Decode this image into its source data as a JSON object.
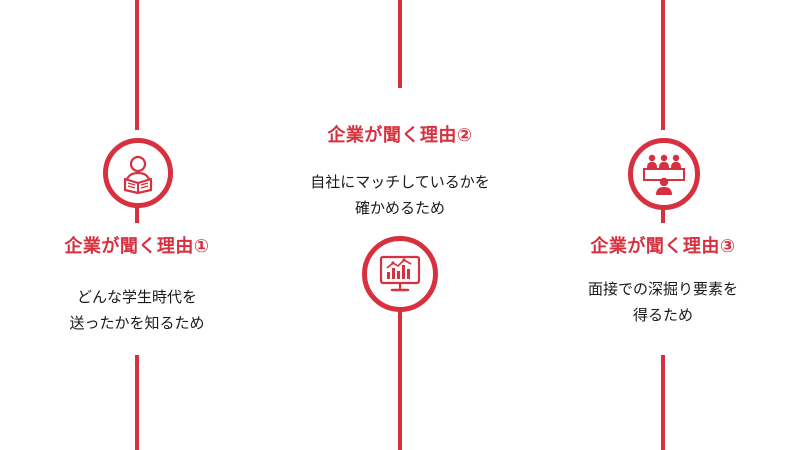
{
  "accent_color": "#d7303f",
  "columns": [
    {
      "heading": "企業が聞く理由①",
      "lines": [
        "どんな学生時代を",
        "送ったかを知るため"
      ],
      "icon": "reading-person-icon"
    },
    {
      "heading": "企業が聞く理由②",
      "lines": [
        "自社にマッチしているかを",
        "確かめるため"
      ],
      "icon": "analytics-monitor-icon"
    },
    {
      "heading": "企業が聞く理由③",
      "lines": [
        "面接での深掘り要素を",
        "得るため"
      ],
      "icon": "interview-panel-icon"
    }
  ]
}
